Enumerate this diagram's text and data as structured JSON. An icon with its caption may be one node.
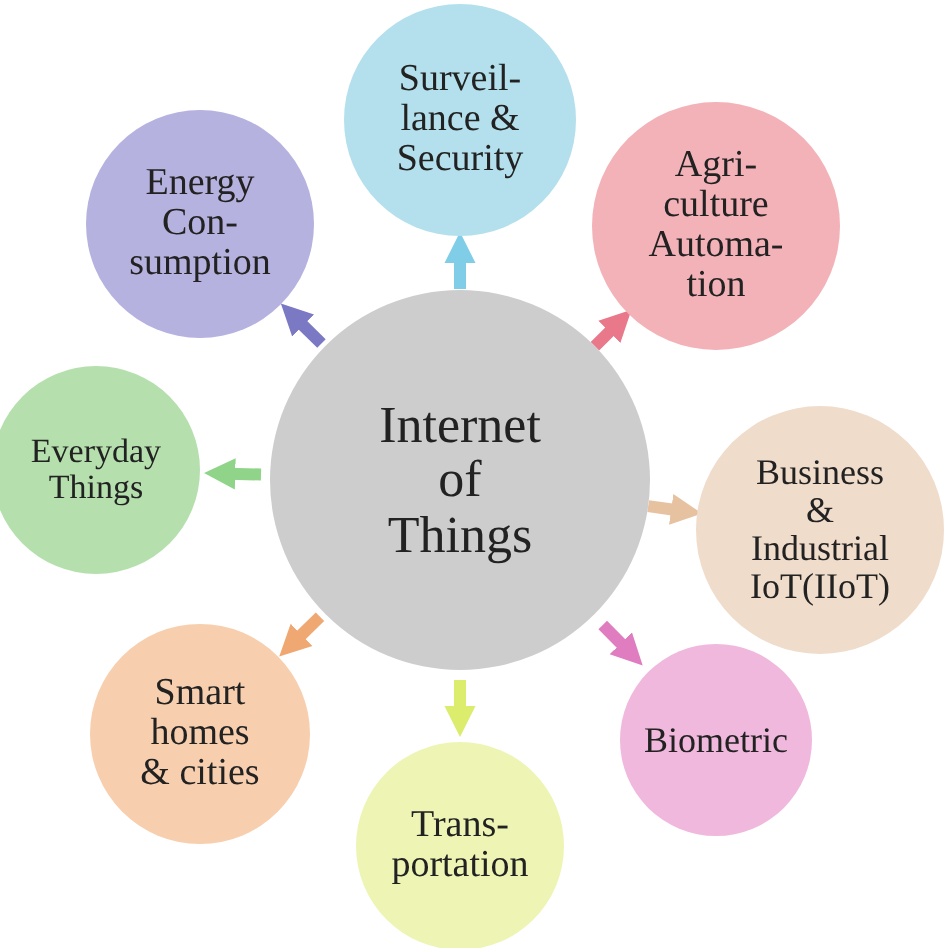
{
  "diagram": {
    "nodes": [
      {
        "text": [
          "Internet of Things"
        ]
      },
      {
        "text": [
          "Surveil- lance & Security"
        ]
      },
      {
        "text": [
          "Energy Con- sumption"
        ]
      },
      {
        "text": [
          "Agri- culture Automa- tion"
        ]
      },
      {
        "text": [
          "Everyday Things"
        ]
      },
      {
        "text": [
          "Business & Industrial IoT(IIoT)"
        ]
      },
      {
        "text": [
          "Smart homes & cities"
        ]
      },
      {
        "text": [
          "Biometric"
        ]
      },
      {
        "text": [
          "Trans- portation"
        ]
      }
    ],
    "edges": [
      {
        "from": 0,
        "to": 1,
        "arrow": "to",
        "color": "#7fcde6"
      },
      {
        "from": 0,
        "to": 2,
        "arrow": "to",
        "color": "#7b78c4"
      },
      {
        "from": 0,
        "to": 3,
        "arrow": "to",
        "color": "#e8788a"
      },
      {
        "from": 0,
        "to": 4,
        "arrow": "to",
        "color": "#8fd488"
      },
      {
        "from": 0,
        "to": 5,
        "arrow": "to",
        "color": "#e6c2a0"
      },
      {
        "from": 0,
        "to": 6,
        "arrow": "to",
        "color": "#f0a872"
      },
      {
        "from": 0,
        "to": 7,
        "arrow": "to",
        "color": "#e07cc0"
      },
      {
        "from": 0,
        "to": 8,
        "arrow": "to",
        "color": "#dcec6c"
      }
    ]
  }
}
